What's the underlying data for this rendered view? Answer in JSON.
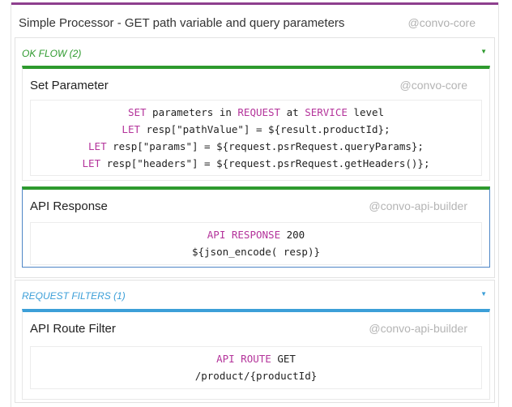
{
  "processor": {
    "title": "Simple Processor - GET path variable and query parameters",
    "context": "@convo-core",
    "accent_color": "#8e3f8e"
  },
  "ok_flow": {
    "title": "OK FLOW (2)",
    "color": "#2e9a2e",
    "cards": [
      {
        "title": "Set Parameter",
        "context": "@convo-core",
        "lines": [
          [
            "SET",
            " parameters in ",
            "REQUEST",
            " at ",
            "SERVICE",
            " level"
          ],
          [
            "LET",
            " resp[\"pathValue\"] = ${result.productId};"
          ],
          [
            "LET",
            " resp[\"params\"] = ${request.psrRequest.queryParams};"
          ],
          [
            "LET",
            " resp[\"headers\"] = ${request.psrRequest.getHeaders()};"
          ]
        ]
      },
      {
        "title": "API Response",
        "context": "@convo-api-builder",
        "lines": [
          [
            "API RESPONSE",
            " 200"
          ],
          [
            "",
            "${json_encode( resp)}"
          ]
        ]
      }
    ]
  },
  "request_filters": {
    "title": "REQUEST FILTERS (1)",
    "color": "#3c9fd8",
    "cards": [
      {
        "title": "API Route Filter",
        "context": "@convo-api-builder",
        "lines": [
          [
            "API ROUTE",
            " GET"
          ],
          [
            "",
            "/product/{productId}"
          ]
        ]
      }
    ]
  },
  "icons": {
    "collapse": "caret-down-icon"
  }
}
